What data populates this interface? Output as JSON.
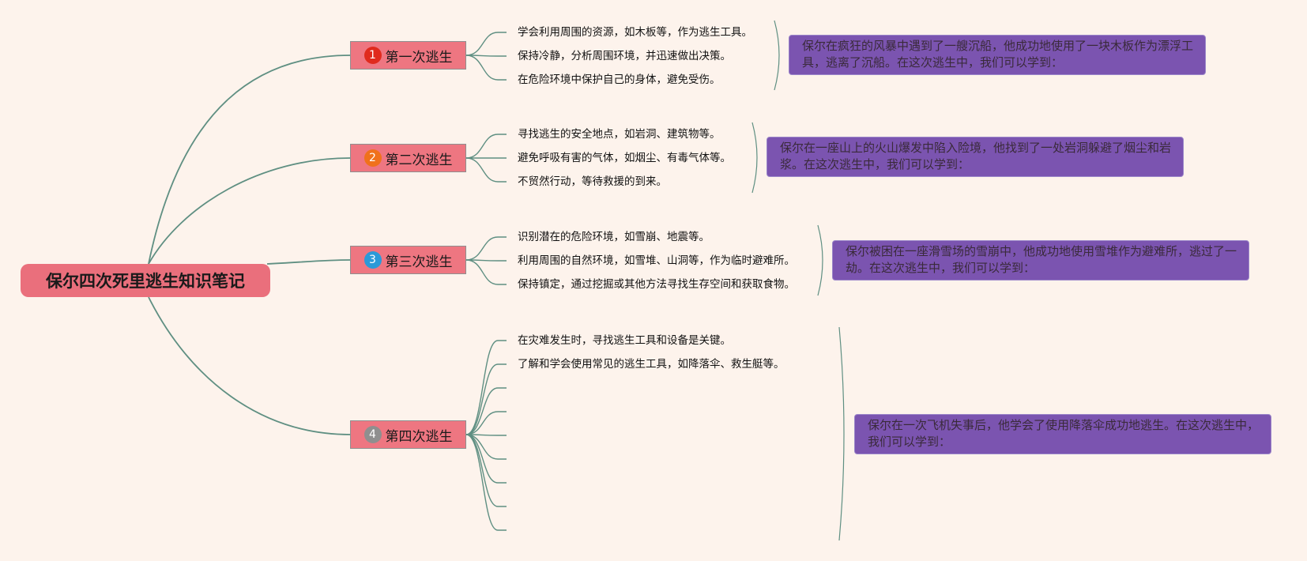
{
  "root": {
    "title": "保尔四次死里逃生知识笔记"
  },
  "colors": {
    "line": "#5f8f82",
    "root_fill": "#ea6f7c",
    "branch_fill": "#ee7681",
    "summary_fill": "#7b54b0"
  },
  "branches": [
    {
      "badge": "1",
      "badge_color": "#e02a1d",
      "label": "第一次逃生",
      "items": [
        "学会利用周围的资源，如木板等，作为逃生工具。",
        "保持冷静，分析周围环境，并迅速做出决策。",
        "在危险环境中保护自己的身体，避免受伤。"
      ],
      "summary": "保尔在疯狂的风暴中遇到了一艘沉船，他成功地使用了一块木板作为漂浮工具，逃离了沉船。在这次逃生中，我们可以学到："
    },
    {
      "badge": "2",
      "badge_color": "#f0711c",
      "label": "第二次逃生",
      "items": [
        "寻找逃生的安全地点，如岩洞、建筑物等。",
        "避免呼吸有害的气体，如烟尘、有毒气体等。",
        "不贸然行动，等待救援的到来。"
      ],
      "summary": "保尔在一座山上的火山爆发中陷入险境，他找到了一处岩洞躲避了烟尘和岩浆。在这次逃生中，我们可以学到："
    },
    {
      "badge": "3",
      "badge_color": "#2b9ad8",
      "label": "第三次逃生",
      "items": [
        "识别潜在的危险环境，如雪崩、地震等。",
        "利用周围的自然环境，如雪堆、山洞等，作为临时避难所。",
        "保持镇定，通过挖掘或其他方法寻找生存空间和获取食物。"
      ],
      "summary": "保尔被困在一座滑雪场的雪崩中，他成功地使用雪堆作为避难所，逃过了一劫。在这次逃生中，我们可以学到："
    },
    {
      "badge": "4",
      "badge_color": "#8f8f8f",
      "label": "第四次逃生",
      "items": [
        "在灾难发生时，寻找逃生工具和设备是关键。",
        "了解和学会使用常见的逃生工具，如降落伞、救生艇等。",
        "",
        "",
        "",
        "",
        "",
        ""
      ],
      "summary": "保尔在一次飞机失事后，他学会了使用降落伞成功地逃生。在这次逃生中，我们可以学到："
    }
  ]
}
